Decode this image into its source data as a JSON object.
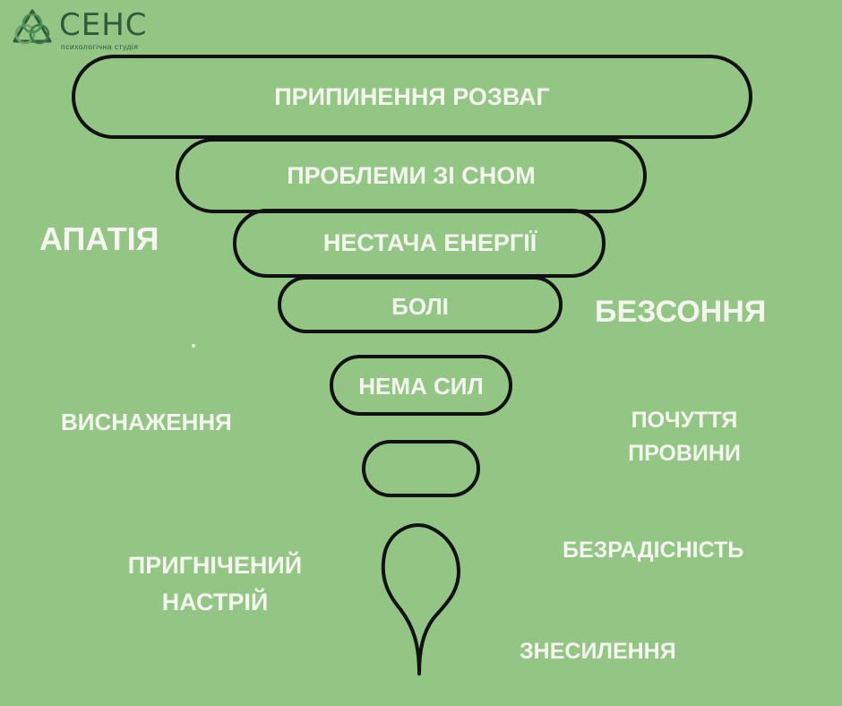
{
  "logo": {
    "name": "СЕНС",
    "subtitle": "психологічна студія"
  },
  "funnel": {
    "levels": [
      "ПРИПИНЕННЯ РОЗВАГ",
      "ПРОБЛЕМИ ЗІ СНОМ",
      "НЕСТАЧА ЕНЕРГІЇ",
      "БОЛІ",
      "НЕМА СИЛ",
      ""
    ]
  },
  "side_labels": {
    "apathy": "АПАТІЯ",
    "insomnia": "БЕЗСОННЯ",
    "exhaustion": "ВИСНАЖЕННЯ",
    "guilt_line1": "ПОЧУТТЯ",
    "guilt_line2": "ПРОВИНИ",
    "joylessness": "БЕЗРАДІСНІСТЬ",
    "depressed_line1": "ПРИГНІЧЕНИЙ",
    "depressed_line2": "НАСТРІЙ",
    "depletion": "ЗНЕСИЛЕННЯ"
  },
  "colors": {
    "background": "#93c585",
    "outline": "#111111",
    "text": "#f4f7ee",
    "logo": "#2f5b3a"
  }
}
